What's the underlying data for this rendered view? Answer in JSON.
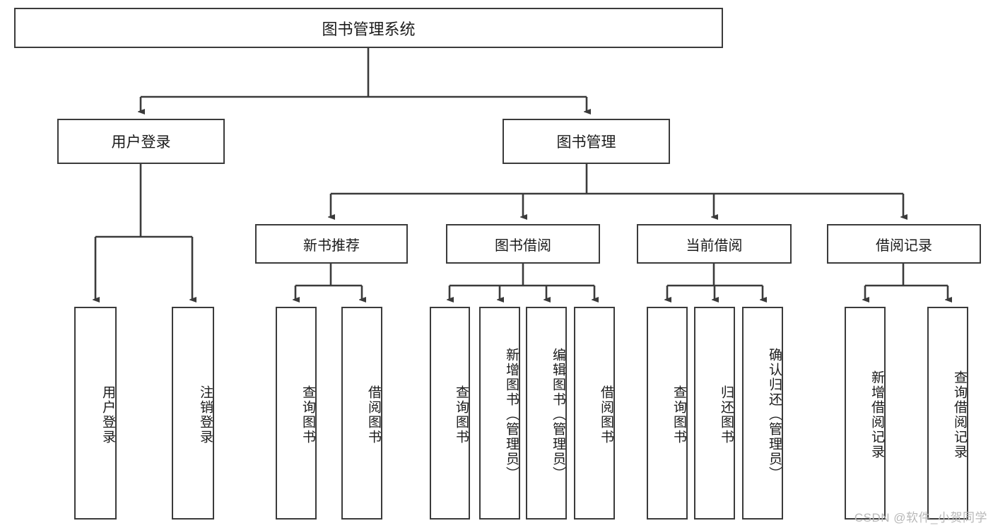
{
  "diagram": {
    "title": "图书管理系统",
    "type": "tree-hierarchy-diagram",
    "colors": {
      "border": "#3b3b3b",
      "background": "#ffffff",
      "text": "#1b1b1b",
      "watermark": "#b8b8b8"
    },
    "root": {
      "label": "图书管理系统"
    },
    "level2": [
      {
        "label": "用户登录"
      },
      {
        "label": "图书管理"
      }
    ],
    "level3": [
      {
        "label": "新书推荐"
      },
      {
        "label": "图书借阅"
      },
      {
        "label": "当前借阅"
      },
      {
        "label": "借阅记录"
      }
    ],
    "leaves": {
      "user_login": [
        {
          "label": "用户登录"
        },
        {
          "label": "注销登录"
        }
      ],
      "new_book_recommend": [
        {
          "label": "查询图书"
        },
        {
          "label": "借阅图书"
        }
      ],
      "book_borrow": [
        {
          "label": "查询图书"
        },
        {
          "label": "新增图书（管理员）"
        },
        {
          "label": "编辑图书（管理员）"
        },
        {
          "label": "借阅图书"
        }
      ],
      "current_borrow": [
        {
          "label": "查询图书"
        },
        {
          "label": "归还图书"
        },
        {
          "label": "确认归还（管理员）"
        }
      ],
      "borrow_record": [
        {
          "label": "新增借阅记录"
        },
        {
          "label": "查询借阅记录"
        }
      ]
    }
  },
  "watermark": {
    "text": "CSDN @软件_小贺同学"
  }
}
